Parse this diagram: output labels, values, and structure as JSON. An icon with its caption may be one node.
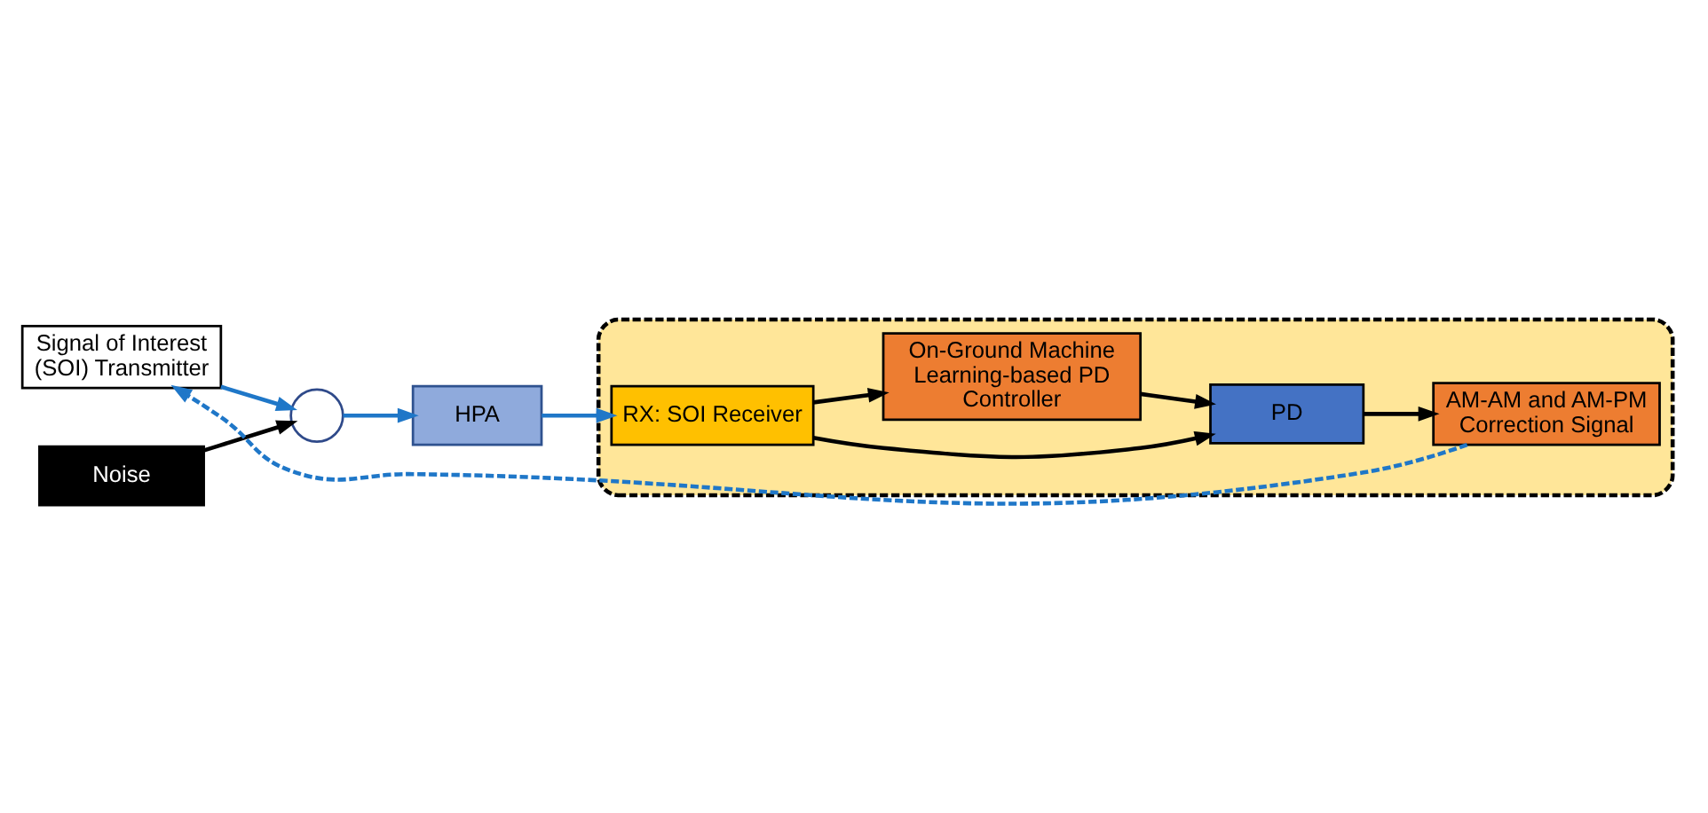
{
  "diagram": {
    "nodes": [
      {
        "text": [
          "Signal of Interest (SOI) Transmitter"
        ]
      },
      {
        "text": [],
        "shape": "circle"
      },
      {
        "text": [
          "Noise"
        ]
      },
      {
        "text": [
          "HPA"
        ]
      },
      {
        "text": [],
        "shape": "box"
      },
      {
        "text": [
          "AM-AM and AM-PM Correction Signal"
        ],
        "in": 4
      },
      {
        "text": [
          "PD"
        ],
        "in": 4
      },
      {
        "text": [
          "RX: SOI Receiver"
        ],
        "in": 4
      },
      {
        "text": [
          "On-Ground Machine Learning-based PD Controller"
        ],
        "in": 4
      }
    ],
    "edges": [
      {
        "from": 0,
        "to": 1,
        "arrow": "to",
        "color": "#1f77c8"
      },
      {
        "from": 2,
        "to": 1,
        "arrow": "to",
        "color": "#000000"
      },
      {
        "from": 1,
        "to": 3,
        "arrow": "to",
        "color": "#1f77c8"
      },
      {
        "from": 3,
        "to": 7,
        "arrow": "to",
        "color": "#1f77c8"
      },
      {
        "from": 7,
        "to": 6,
        "arrow": "to",
        "color": "#000000"
      },
      {
        "from": 6,
        "to": 5,
        "arrow": "to",
        "color": "#000000"
      },
      {
        "from": 7,
        "to": 8,
        "arrow": "to",
        "color": "#000000"
      },
      {
        "from": 8,
        "to": 6,
        "arrow": "to",
        "color": "#000000"
      },
      {
        "from": 5,
        "to": 0,
        "arrow": "to",
        "style": "dashed",
        "color": "#1f77c8"
      }
    ]
  }
}
